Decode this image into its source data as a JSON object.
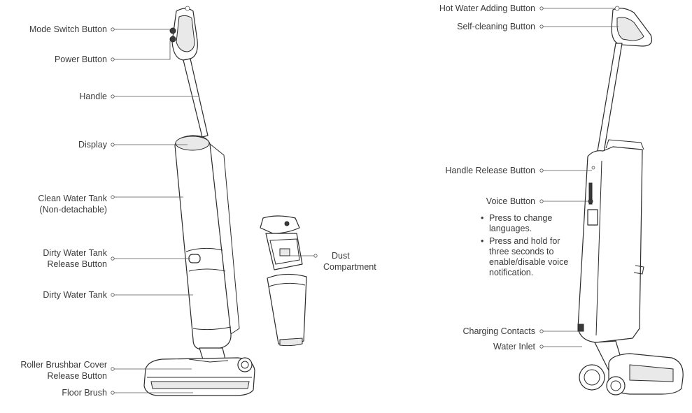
{
  "labels": {
    "mode_switch": "Mode Switch Button",
    "power": "Power Button",
    "handle": "Handle",
    "display": "Display",
    "clean_tank_1": "Clean Water Tank",
    "clean_tank_2": "(Non-detachable)",
    "dirty_release_1": "Dirty Water Tank",
    "dirty_release_2": "Release Button",
    "dirty_tank": "Dirty Water Tank",
    "roller_cover_1": "Roller Brushbar Cover",
    "roller_cover_2": "Release Button",
    "floor_brush": "Floor Brush",
    "dust_1": "Dust",
    "dust_2": "Compartment",
    "hot_water": "Hot Water Adding Button",
    "self_clean": "Self-cleaning Button",
    "handle_release": "Handle Release Button",
    "voice": "Voice Button",
    "charging": "Charging Contacts",
    "water_inlet": "Water Inlet"
  },
  "voice_notes": {
    "bullet": "•",
    "note1_line1": "Press to change",
    "note1_line2": "languages.",
    "note2_line1": "Press and hold for",
    "note2_line2": "three seconds to",
    "note2_line3": "enable/disable voice",
    "note2_line4": "notification."
  },
  "icons": {
    "callout_marker": "hollow-circle",
    "device_left": "vacuum-front-view",
    "device_middle": "dust-compartment-exploded",
    "device_right": "vacuum-side-view"
  }
}
